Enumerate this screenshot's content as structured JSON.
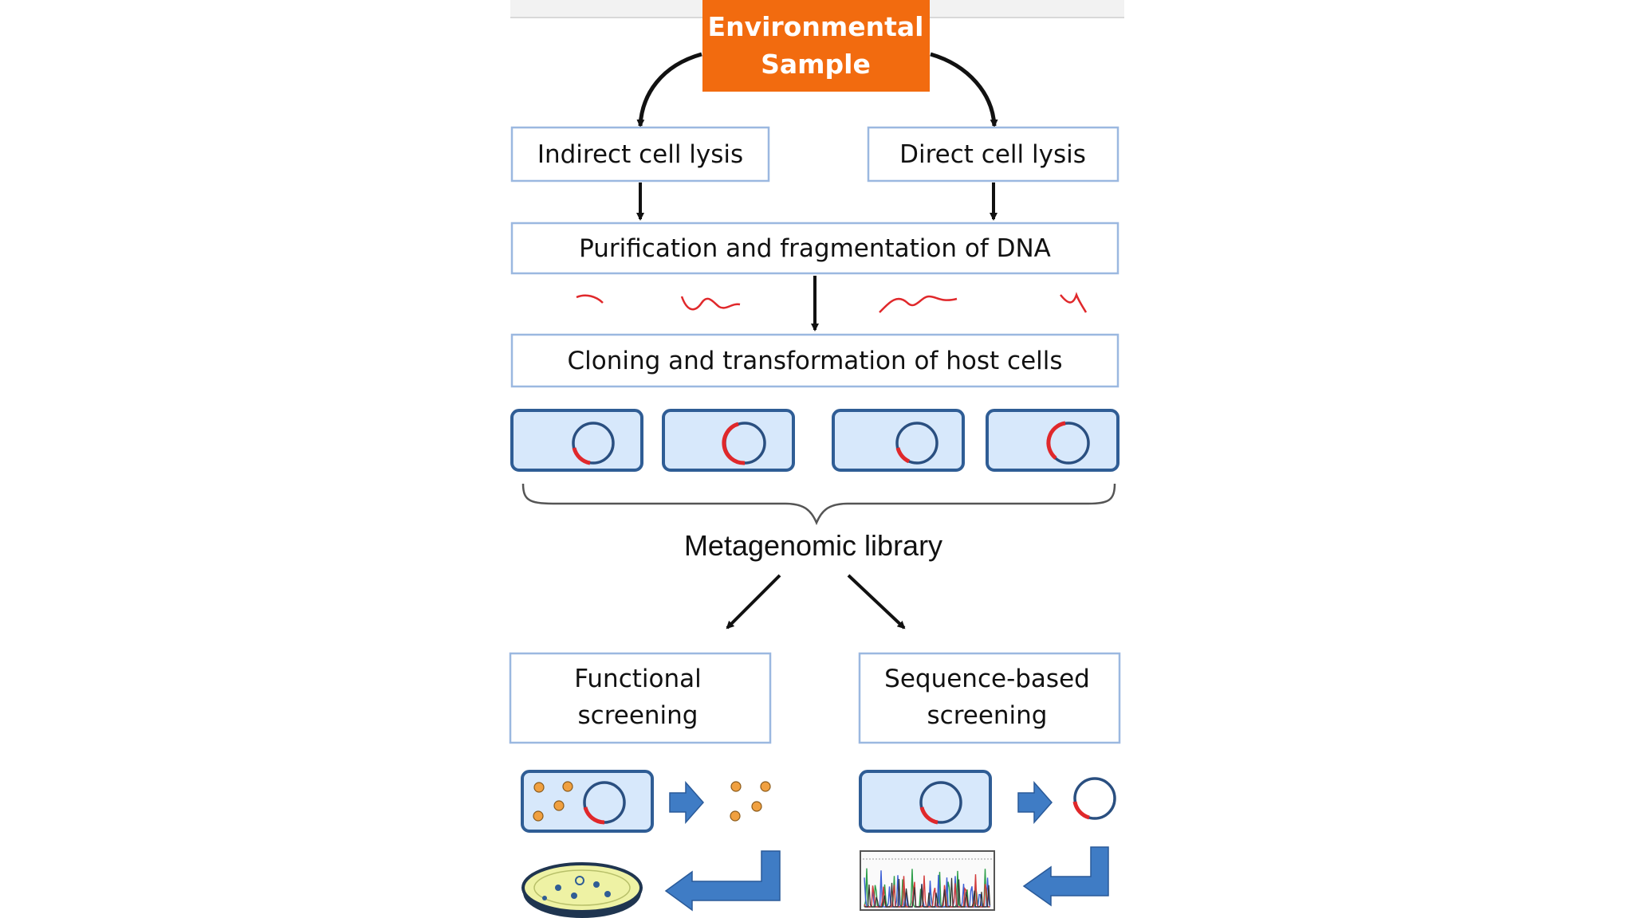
{
  "diagram": {
    "root": {
      "line1": "Environmental",
      "line2": "Sample"
    },
    "indirect_lysis": "Indirect cell lysis",
    "direct_lysis": "Direct cell lysis",
    "purification": "Purification and fragmentation of DNA",
    "cloning": "Cloning and transformation of host cells",
    "library": "Metagenomic library",
    "functional": {
      "line1": "Functional",
      "line2": "screening"
    },
    "sequence": {
      "line1": "Sequence-based",
      "line2": "screening"
    }
  },
  "colors": {
    "root_fill": "#f26b0f",
    "box_border": "#9bb8e0",
    "cell_fill": "#d7e8fb",
    "cell_border": "#2f5d95",
    "plasmid": "#2a4f80",
    "insert": "#e0282b",
    "block_arrow": "#3f7cc5",
    "dots": "#f0a040",
    "petri_fill": "#eef2a4"
  },
  "icons": {
    "dna_fragment": "dna-fragment-icon",
    "host_cell": "host-cell-icon",
    "plasmid": "plasmid-icon",
    "petri_dish": "petri-dish-icon",
    "chromatogram": "sequencing-chromatogram-icon"
  }
}
